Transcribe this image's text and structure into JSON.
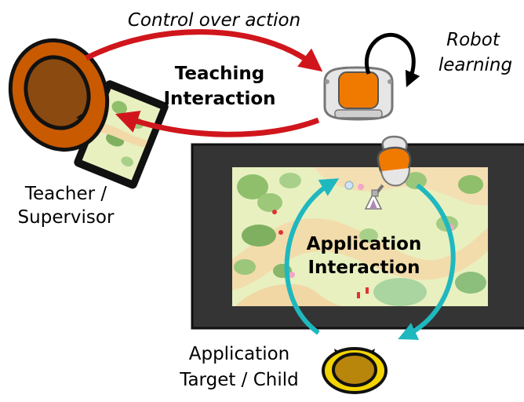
{
  "labels": {
    "control_over_action": "Control over action",
    "teaching_line1": "Teaching",
    "teaching_line2": "Interaction",
    "robot_line1": "Robot",
    "robot_line2": "learning",
    "teacher_line1": "Teacher /",
    "teacher_line2": "Supervisor",
    "application_line1": "Application",
    "application_line2": "Interaction",
    "target_line1": "Application",
    "target_line2": "Target / Child"
  },
  "colors": {
    "teaching_arrow": "#d0161c",
    "application_arrow": "#1fb8bf",
    "robot_orange": "#f07a00",
    "teacher_head": "#c95a00",
    "child_head": "#f4d400",
    "screen_frame": "#343434",
    "map_background": "#e8f0c0"
  }
}
